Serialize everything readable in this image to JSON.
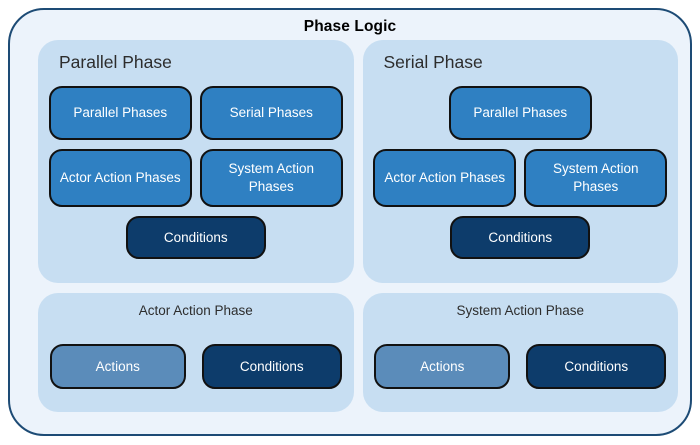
{
  "title": "Phase Logic",
  "colors": {
    "outer_border": "#1d4b75",
    "outer_background": "#ecf3fb",
    "panel_background": "#c7def2",
    "phase_node": "#2f80c2",
    "conditions_node": "#0d3c6b",
    "actions_node": "#5b8cba",
    "node_border": "#111111",
    "node_text": "#ffffff",
    "title_text": "#000000",
    "panel_title_text": "#2d2d2d"
  },
  "panels": [
    {
      "id": "parallel-phase",
      "title": "Parallel Phase",
      "rows": [
        [
          "Parallel Phases",
          "Serial Phases"
        ],
        [
          "Actor Action Phases",
          "System Action Phases"
        ],
        [
          "Conditions"
        ]
      ]
    },
    {
      "id": "serial-phase",
      "title": "Serial Phase",
      "rows": [
        [
          "Parallel Phases"
        ],
        [
          "Actor Action Phases",
          "System Action Phases"
        ],
        [
          "Conditions"
        ]
      ]
    },
    {
      "id": "actor-action-phase",
      "title": "Actor Action Phase",
      "rows": [
        [
          "Actions",
          "Conditions"
        ]
      ]
    },
    {
      "id": "system-action-phase",
      "title": "System Action Phase",
      "rows": [
        [
          "Actions",
          "Conditions"
        ]
      ]
    }
  ]
}
